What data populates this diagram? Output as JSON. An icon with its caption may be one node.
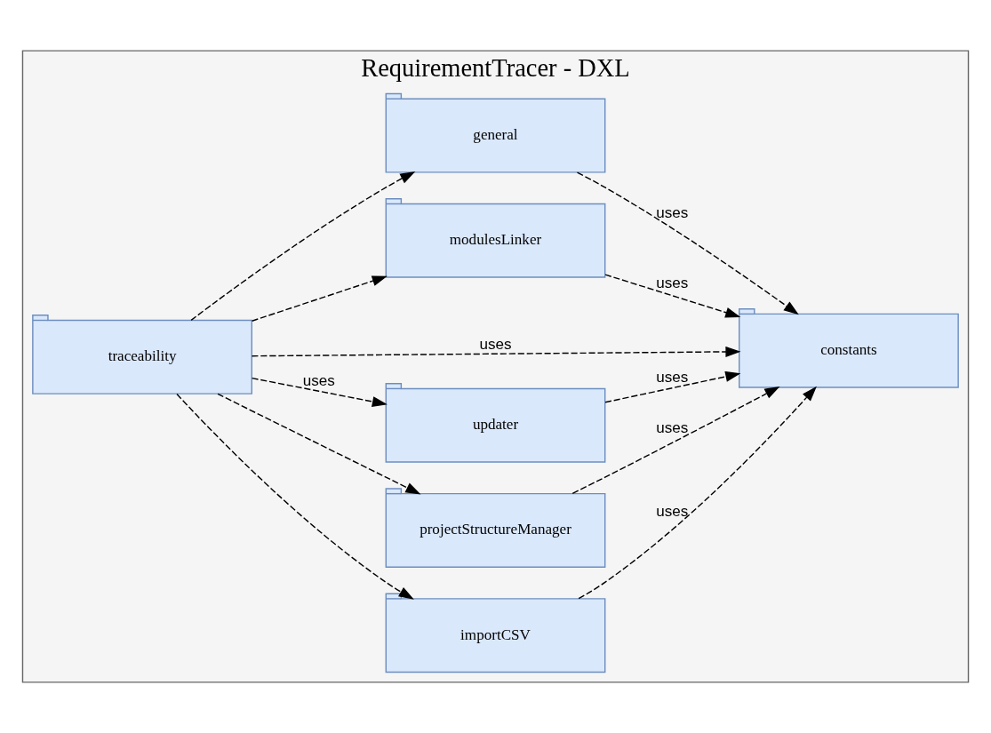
{
  "diagram": {
    "nodes": [
      {
        "text": [
          "RequirementTracer - DXL"
        ]
      },
      {
        "text": [
          "importCSV"
        ],
        "in": 0
      },
      {
        "text": [
          "projectStructureManager"
        ],
        "in": 0
      },
      {
        "text": [
          "traceability"
        ],
        "in": 0
      },
      {
        "text": [
          "updater"
        ],
        "in": 0
      },
      {
        "text": [
          "constants"
        ],
        "in": 0
      },
      {
        "text": [
          "modulesLinker"
        ],
        "in": 0
      },
      {
        "text": [
          "general"
        ],
        "in": 0
      }
    ],
    "edges": [
      {
        "from": 3,
        "to": 1,
        "arrow": "to",
        "style": "dashed"
      },
      {
        "from": 3,
        "to": 2,
        "arrow": "to",
        "style": "dashed"
      },
      {
        "from": 3,
        "to": 4,
        "arrow": "to",
        "style": "dashed",
        "label": "uses"
      },
      {
        "from": 3,
        "to": 6,
        "arrow": "to",
        "style": "dashed"
      },
      {
        "from": 3,
        "to": 7,
        "arrow": "to",
        "style": "dashed"
      },
      {
        "from": 1,
        "to": 5,
        "arrow": "to",
        "style": "dashed",
        "label": "uses"
      },
      {
        "from": 2,
        "to": 5,
        "arrow": "to",
        "style": "dashed",
        "label": "uses"
      },
      {
        "from": 4,
        "to": 5,
        "arrow": "to",
        "style": "dashed",
        "label": "uses"
      },
      {
        "from": 6,
        "to": 5,
        "arrow": "to",
        "style": "dashed",
        "label": "uses"
      },
      {
        "from": 7,
        "to": 5,
        "arrow": "to",
        "style": "dashed",
        "label": "uses"
      },
      {
        "from": 3,
        "to": 5,
        "arrow": "to",
        "style": "dashed",
        "label": "uses"
      }
    ]
  }
}
